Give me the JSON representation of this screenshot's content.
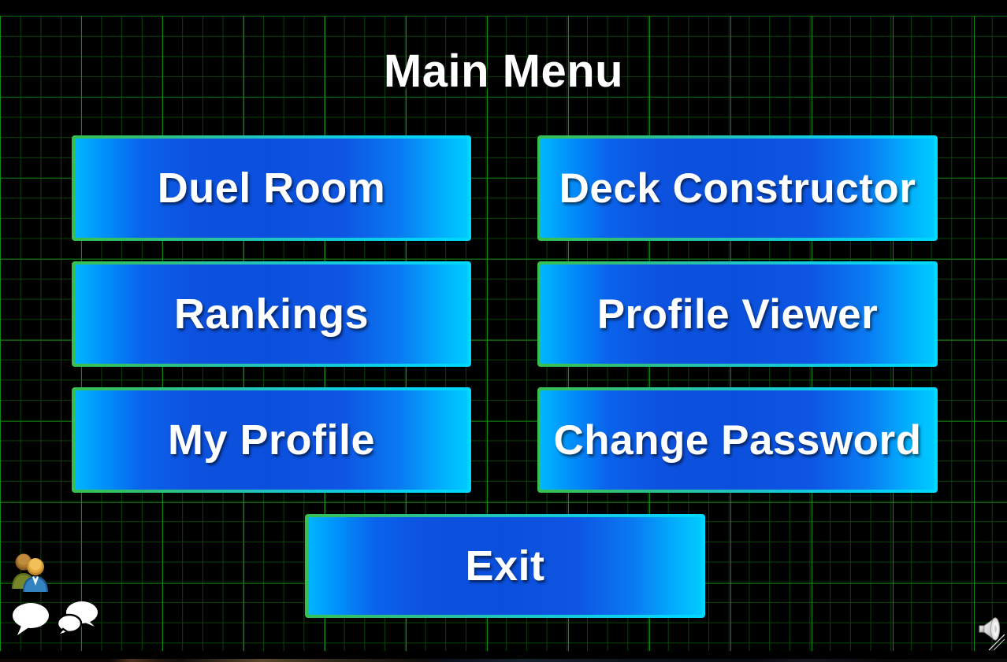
{
  "window": {
    "title": "Main Menu",
    "background_color": "#000000",
    "grid_color": "#0a4a0a",
    "grid_highlight_color": "#168c16"
  },
  "header": {
    "title": "Main Menu"
  },
  "menu": {
    "buttons": [
      {
        "id": "duel-room",
        "label": "Duel Room",
        "column": "left",
        "row": 1
      },
      {
        "id": "deck-constructor",
        "label": "Deck Constructor",
        "column": "right",
        "row": 1
      },
      {
        "id": "rankings",
        "label": "Rankings",
        "column": "left",
        "row": 2
      },
      {
        "id": "profile-viewer",
        "label": "Profile Viewer",
        "column": "right",
        "row": 2
      },
      {
        "id": "my-profile",
        "label": "My Profile",
        "column": "left",
        "row": 3
      },
      {
        "id": "change-password",
        "label": "Change Password",
        "column": "right",
        "row": 3
      },
      {
        "id": "exit",
        "label": "Exit",
        "column": "center",
        "row": 4
      }
    ],
    "button_border_start_color": "#37c04e",
    "button_border_end_color": "#00d8ff",
    "button_fill_edge_color": "#00b6ff",
    "button_fill_center_color": "#0b50dd",
    "button_text_color": "#ffffff"
  },
  "status_icons": [
    {
      "id": "users",
      "name": "users-icon",
      "tooltip": "Users"
    },
    {
      "id": "chat",
      "name": "chat-bubble-icon",
      "tooltip": "Chat"
    },
    {
      "id": "chats",
      "name": "chat-bubbles-icon",
      "tooltip": "Chats"
    },
    {
      "id": "speaker",
      "name": "speaker-icon",
      "tooltip": "Sound"
    }
  ]
}
